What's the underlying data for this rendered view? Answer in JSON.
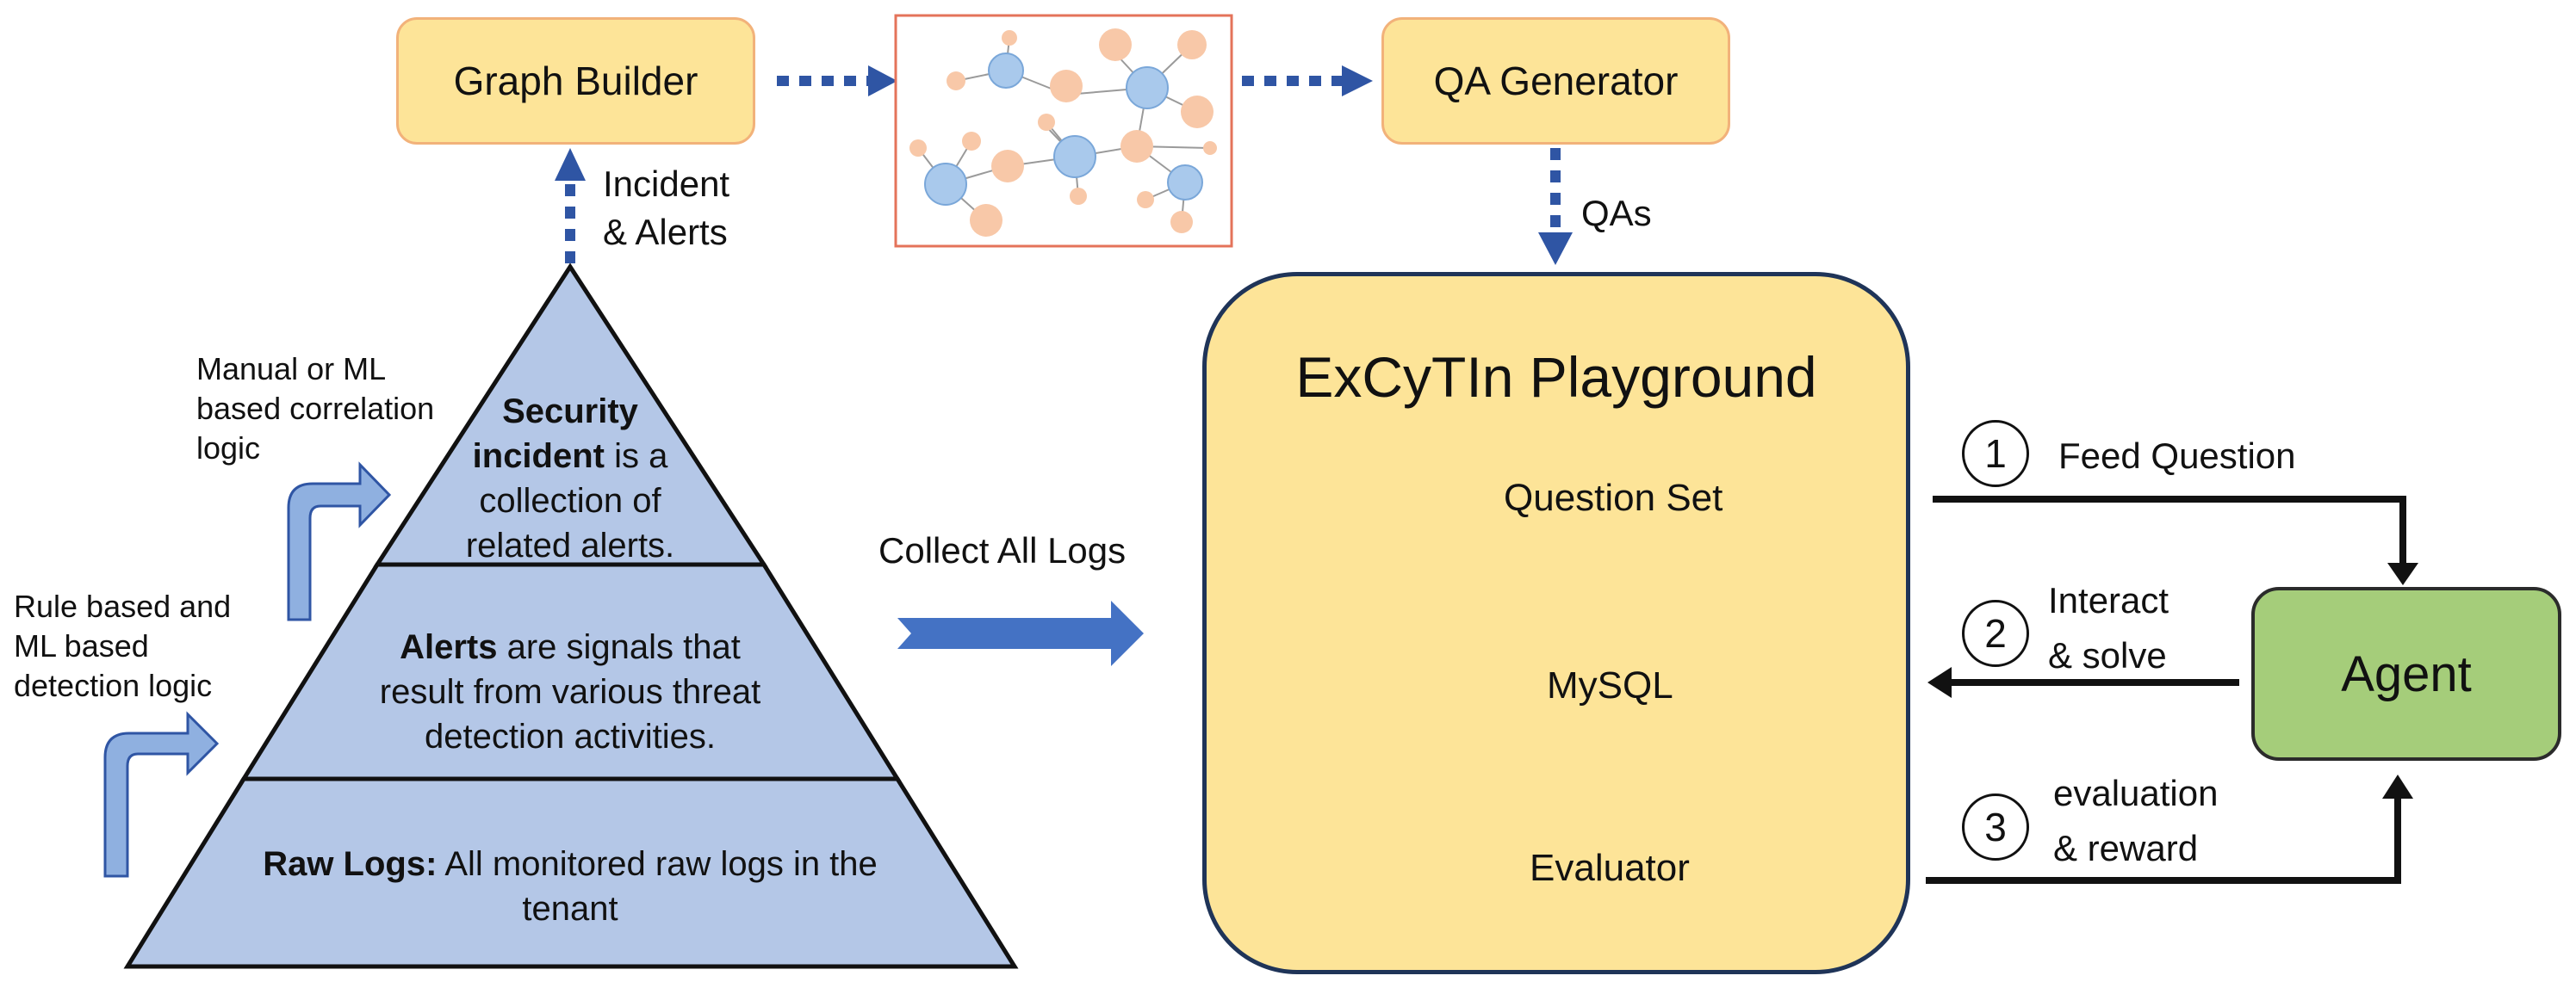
{
  "boxes": {
    "graph_builder": "Graph Builder",
    "qa_generator": "QA Generator",
    "agent": "Agent"
  },
  "labels": {
    "incident_alerts_line1": "Incident",
    "incident_alerts_line2": "& Alerts",
    "qas": "QAs",
    "collect_all_logs": "Collect All Logs",
    "manual_ml_line1": "Manual or ML",
    "manual_ml_line2": "based correlation",
    "manual_ml_line3": "logic",
    "rule_based_line1": "Rule based and",
    "rule_based_line2": "ML based",
    "rule_based_line3": "detection logic"
  },
  "pyramid": {
    "top": {
      "bold1": "Security",
      "bold2": "incident",
      "rest1": " is a",
      "line3": "collection of",
      "line4": "related alerts."
    },
    "middle": {
      "bold": "Alerts",
      "rest1": " are signals that",
      "line2": "result from various threat",
      "line3": "detection activities."
    },
    "bottom": {
      "bold": "Raw Logs:",
      "rest1": " All monitored raw logs in the",
      "line2": "tenant"
    }
  },
  "playground": {
    "title": "ExCyTIn Playground",
    "components": [
      {
        "label": "Question Set",
        "icon": "server-icon"
      },
      {
        "label": "MySQL",
        "icon": "database-icon"
      },
      {
        "label": "Evaluator",
        "icon": "judge-icon"
      }
    ]
  },
  "steps": [
    {
      "num": "1",
      "line1": "Feed Question",
      "line2": ""
    },
    {
      "num": "2",
      "line1": "Interact",
      "line2": "& solve"
    },
    {
      "num": "3",
      "line1": "evaluation",
      "line2": "& reward"
    }
  ],
  "colors": {
    "box_fill": "#fde498",
    "box_border": "#f2b27a",
    "pyramid_fill": "#b4c7e7",
    "arrow_blue": "#2f55a4",
    "agent_fill": "#a5cd7a",
    "playground_border": "#1f3458"
  }
}
